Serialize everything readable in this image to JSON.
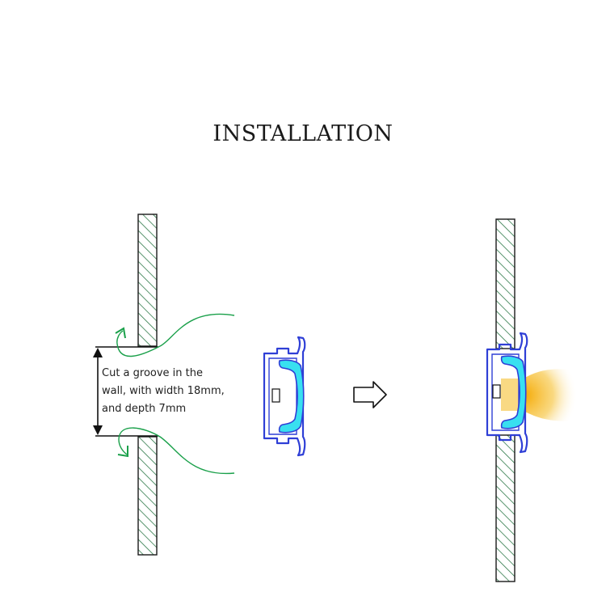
{
  "title": "INSTALLATION",
  "note_lines": [
    "Cut a groove in the",
    "wall, with width 18mm,",
    "and depth 7mm"
  ],
  "colors": {
    "wall_fill": "#ffffff",
    "wall_hatch": "#2f7a4a",
    "wall_outline": "#1a1a1a",
    "arrow_green": "#1aa04a",
    "profile_blue": "#2f3fd6",
    "diffuser_cyan": "#38e0f0",
    "light_glow": "#f5b520",
    "dimension_black": "#111111"
  },
  "icons": {
    "step_arrow": "hollow-right-arrow-icon"
  }
}
